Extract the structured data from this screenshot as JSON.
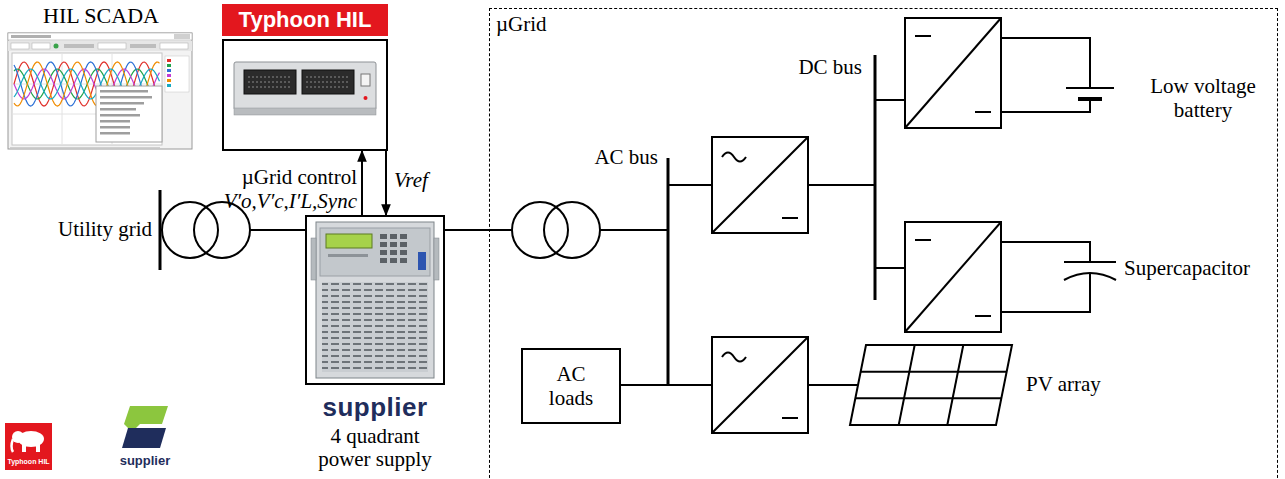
{
  "diagram": {
    "nodes": [
      {
        "text": [
          "HIL SCADA"
        ]
      },
      {
        "text": [
          "Typhoon HIL"
        ]
      },
      {
        "text": [
          "supplier",
          "4 quadrant power supply"
        ]
      },
      {
        "text": [
          "µGrid"
        ]
      },
      {
        "text": [
          "AC loads"
        ],
        "in": 3
      }
    ],
    "edges": [
      {
        "from": 2,
        "to": 1,
        "arrow": "to",
        "label": "V′o,V′c,I′L,Sync"
      },
      {
        "from": 1,
        "to": 2,
        "arrow": "to",
        "label": "Vref"
      }
    ],
    "labels": [
      "µGrid control",
      "Utility grid",
      "AC bus",
      "DC bus",
      "Low voltage battery",
      "Supercapacitor",
      "PV array",
      "Typhoon HIL",
      "supplier"
    ]
  }
}
